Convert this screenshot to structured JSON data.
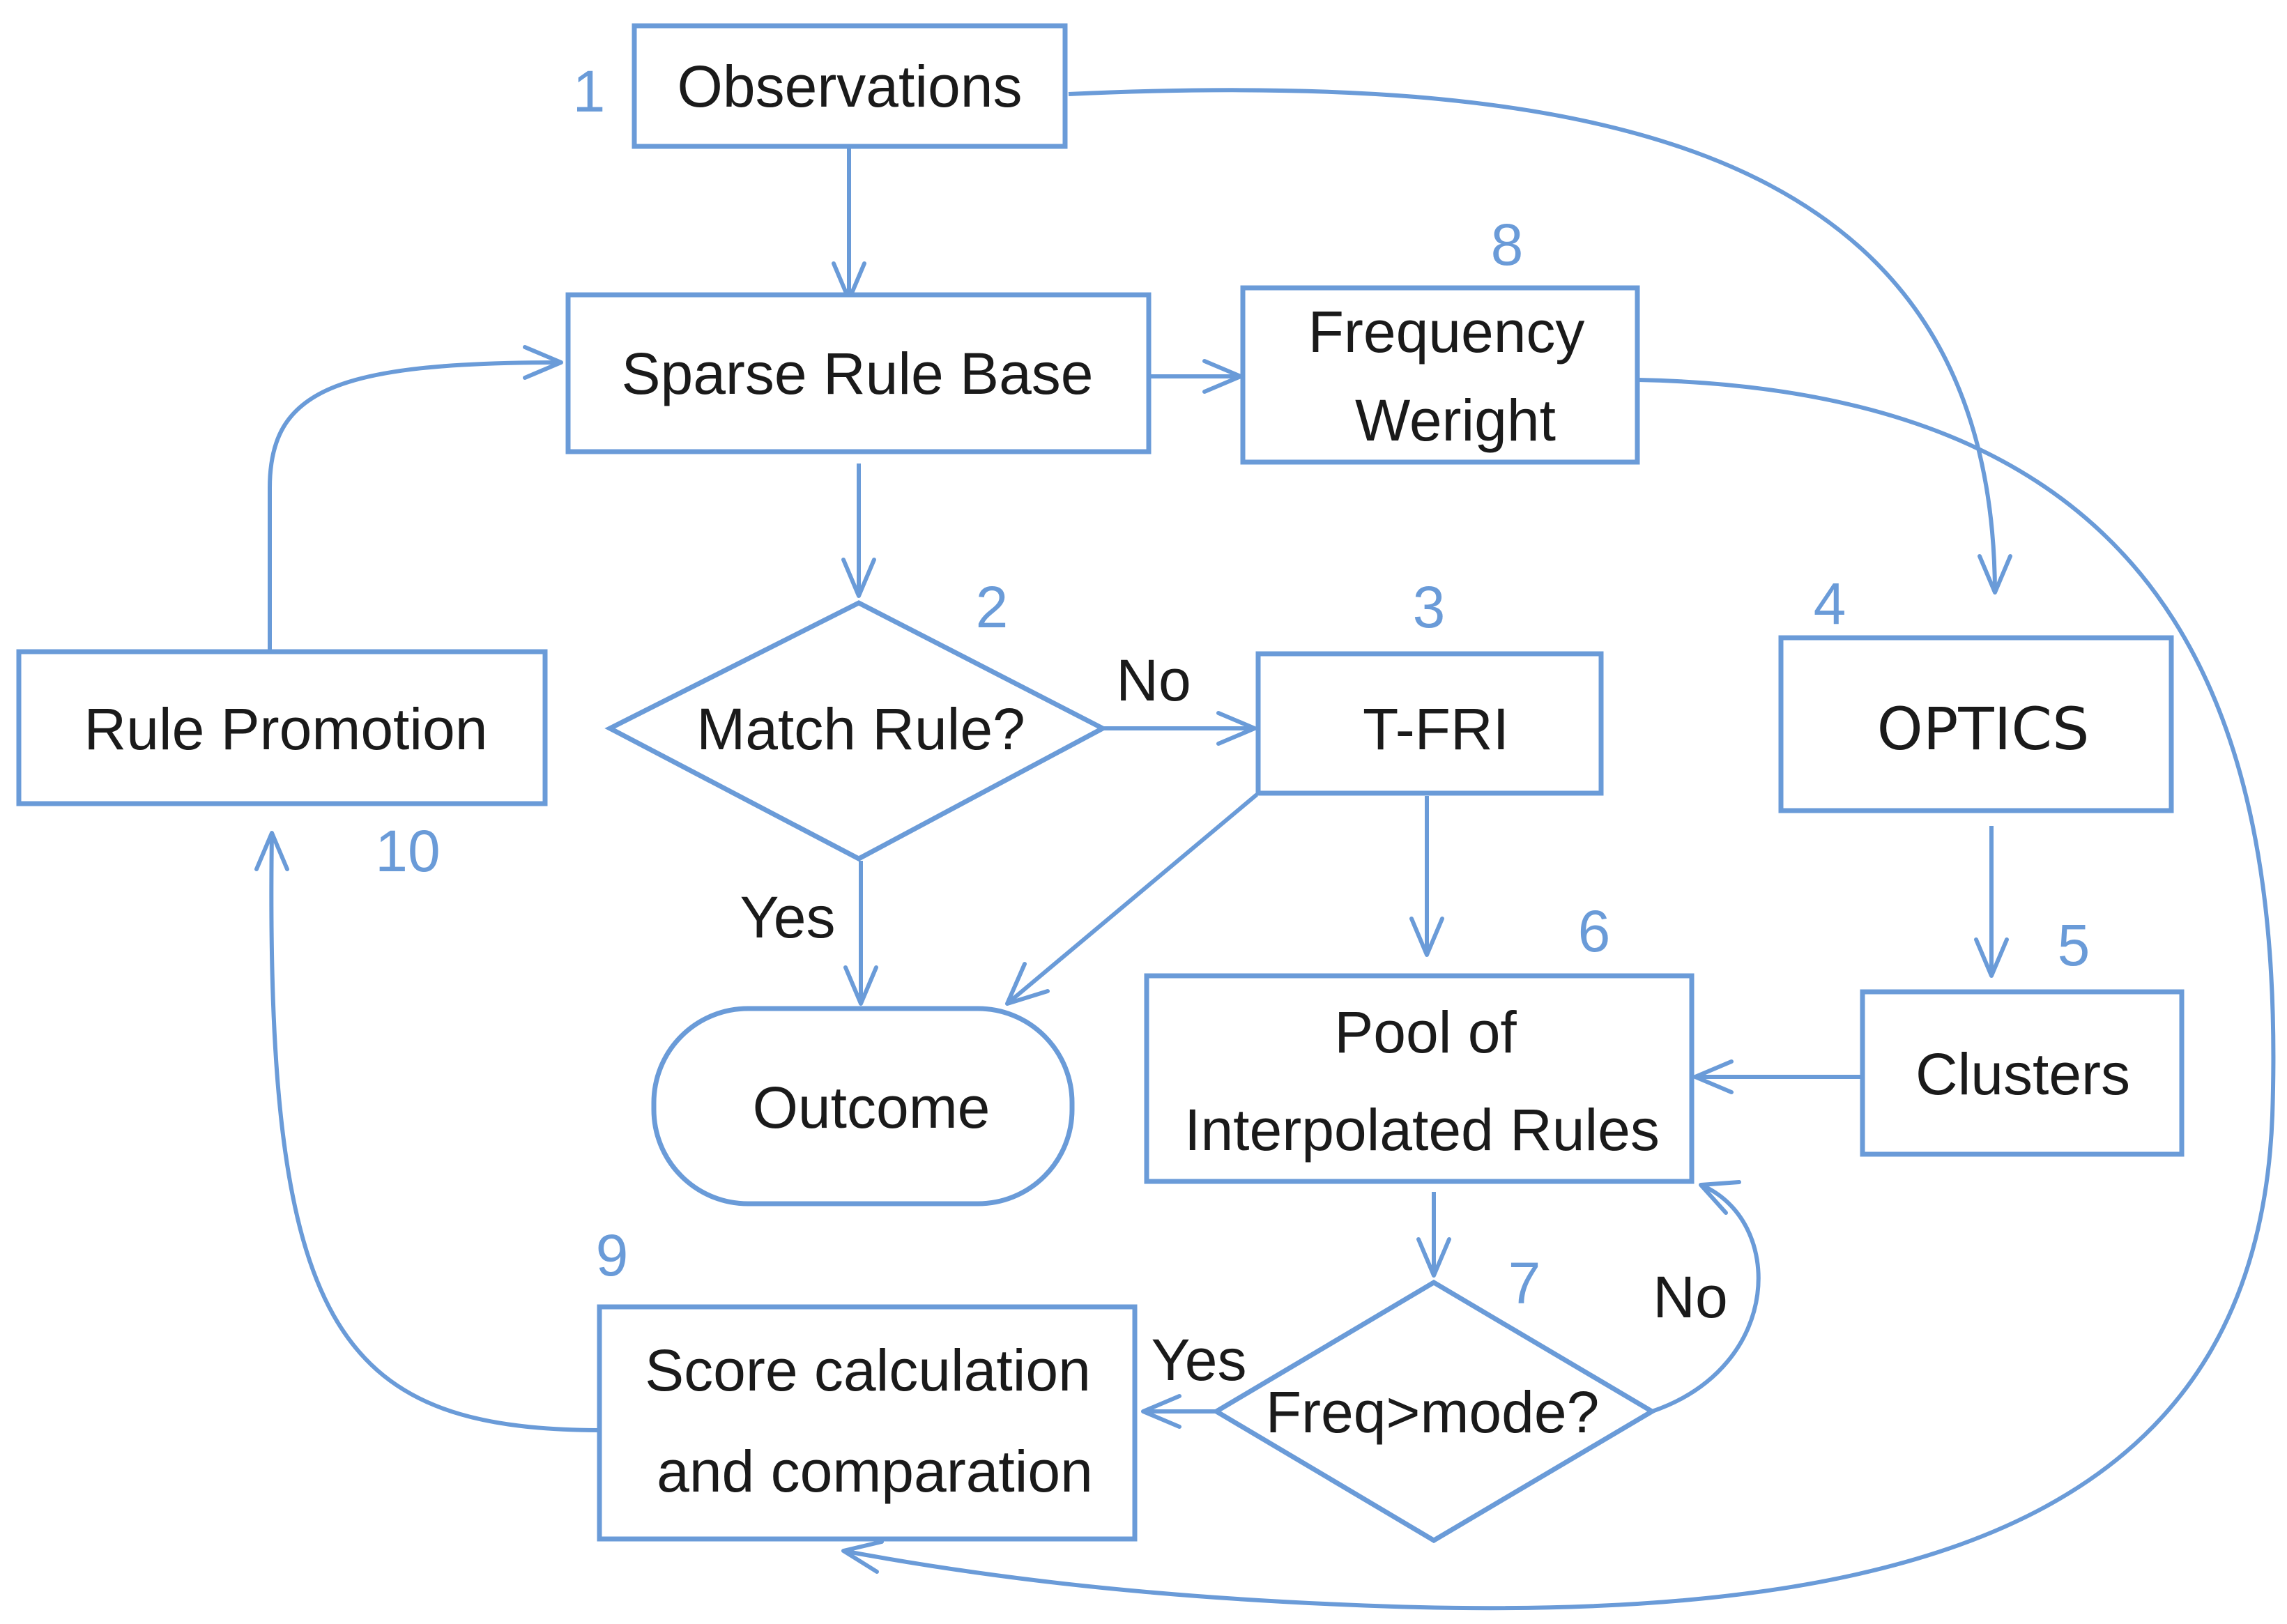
{
  "nodes": {
    "observations": "Observations",
    "sparse_rule_base": "Sparse Rule Base",
    "frequency_weight_line1": "Frequency",
    "frequency_weight_line2": "Weright",
    "match_rule": "Match Rule?",
    "t_fri": "T-FRI",
    "optics": "OPTICS",
    "rule_promotion": "Rule Promotion",
    "outcome": "Outcome",
    "pool_line1": "Pool of",
    "pool_line2": "Interpolated Rules",
    "clusters": "Clusters",
    "score_line1": "Score calculation",
    "score_line2": "and comparation",
    "freq_mode": "Freq>mode?"
  },
  "step_numbers": {
    "n1": "1",
    "n2": "2",
    "n3": "3",
    "n4": "4",
    "n5": "5",
    "n6": "6",
    "n7": "7",
    "n8": "8",
    "n9": "9",
    "n10": "10"
  },
  "edge_labels": {
    "match_no": "No",
    "match_yes": "Yes",
    "freq_no": "No",
    "freq_yes": "Yes"
  },
  "colors": {
    "stroke": "#6a9bd8",
    "text": "#1a1a1a",
    "number": "#6a9bd8"
  }
}
